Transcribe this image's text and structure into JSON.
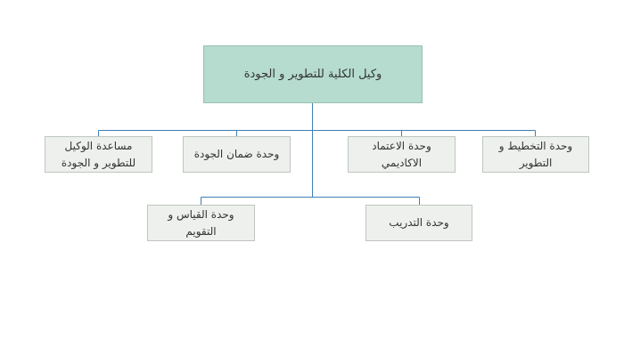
{
  "org_chart": {
    "root": {
      "label": "وكيل الكلية للتطوير  و  الجودة"
    },
    "units": [
      {
        "label": "وحدة التخطيط و التطوير"
      },
      {
        "label": "وحدة الاعتماد الاكاديمي"
      },
      {
        "label": "وحدة ضمان الجودة"
      },
      {
        "label": "مساعدة الوكيل للتطوير  و  الجودة"
      },
      {
        "label": "وحدة التدريب"
      },
      {
        "label": "وحدة القياس و التقويم"
      }
    ],
    "colors": {
      "root_fill": "#b5dcce",
      "unit_fill": "#edf0ec",
      "connector": "#3f7fb6"
    }
  }
}
